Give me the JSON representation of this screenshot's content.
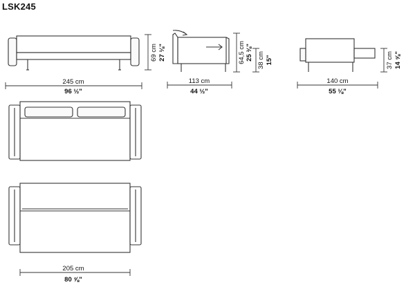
{
  "title": "LSK245",
  "dimensions": {
    "front_width_cm": "245 cm",
    "front_width_in": "96 ½\"",
    "front_height_cm": "69 cm",
    "front_height_in": "27 ⅛\"",
    "side_depth_cm": "113 cm",
    "side_depth_in": "44 ½\"",
    "side_height_cm": "64,5 cm",
    "side_height_in": "25 ⅜\"",
    "side_seat_cm": "38 cm",
    "side_seat_in": "15\"",
    "open_length_cm": "140 cm",
    "open_length_in": "55 ⅛\"",
    "open_height_cm": "37 cm",
    "open_height_in": "14 ⅝\"",
    "bed_width_cm": "205 cm",
    "bed_width_in": "80 ⅝\""
  }
}
